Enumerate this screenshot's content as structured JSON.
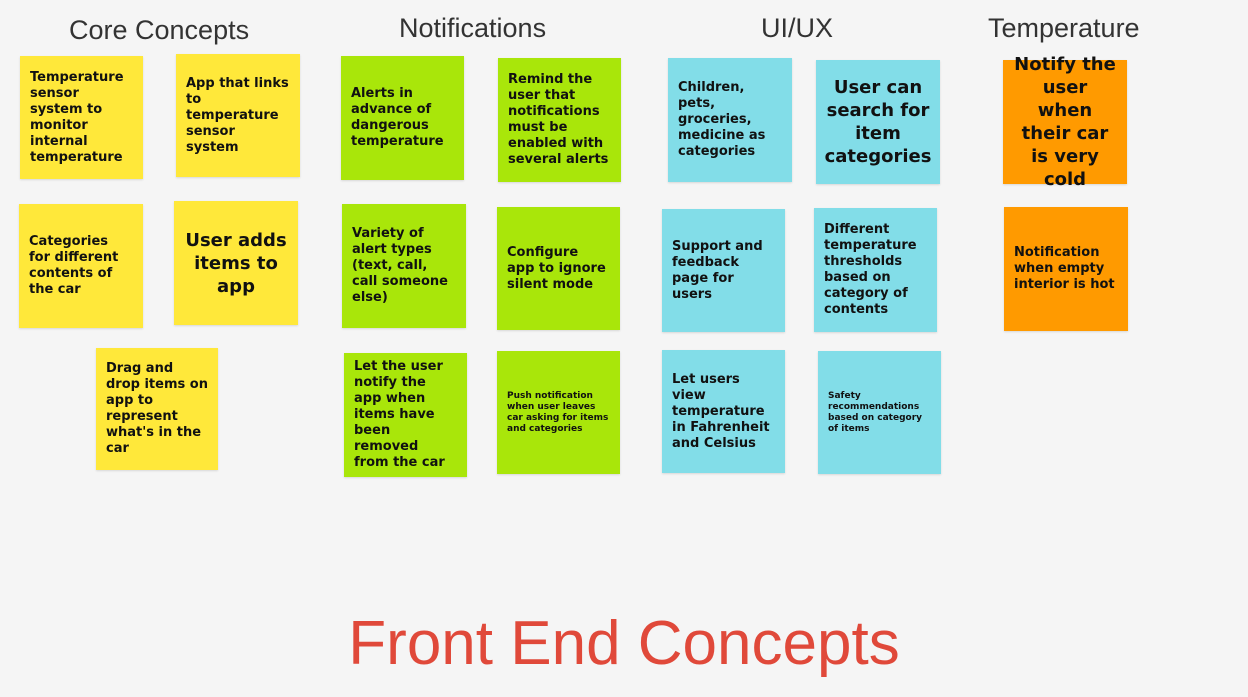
{
  "colors": {
    "background": "#f5f5f5",
    "yellow": "#ffe83a",
    "green": "#a9e60a",
    "cyan": "#82dde8",
    "orange": "#ff9a00",
    "title": "#e0493a"
  },
  "headings": {
    "core": "Core Concepts",
    "notifications": "Notifications",
    "uiux": "UI/UX",
    "temperature": "Temperature"
  },
  "notes": {
    "core": [
      "Temperature sensor system to monitor internal temperature",
      "App that links to temperature sensor system",
      "Categories for different contents of the car",
      "User adds items to app",
      "Drag and drop items on app to represent what's in the car"
    ],
    "notifications": [
      "Alerts in advance of dangerous temperature",
      "Remind the user that notifications must be enabled with several alerts",
      "Variety of alert types (text, call, call someone else)",
      "Configure app to ignore silent mode",
      "Let the user notify the app when items have been removed from the car",
      "Push notification when user leaves car asking for items and categories"
    ],
    "uiux": [
      "Children, pets, groceries, medicine as categories",
      "User can search for item categories",
      "Support and feedback page for users",
      "Different temperature thresholds based on category of contents",
      "Let users view temperature in Fahrenheit and Celsius",
      "Safety recommendations based on category of items"
    ],
    "temperature": [
      "Notify the user when their car is very cold",
      "Notification when empty interior is hot"
    ]
  },
  "title": "Front End Concepts"
}
